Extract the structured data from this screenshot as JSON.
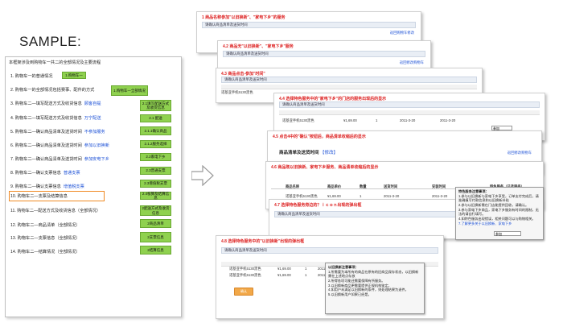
{
  "sample_label": "SAMPLE:",
  "left_panel": {
    "header": "本框架涉及到购物车一共二的全部情况及主要流程",
    "rows": [
      {
        "n": "1.",
        "text": "购物车一的普通情况",
        "link": ""
      },
      {
        "n": "2.",
        "text": "购物车一的全部情况包括赛事、配件的方式",
        "link": ""
      },
      {
        "n": "3.",
        "text": "购物车二—填写配送方式及收货信息",
        "link": "顾客自提"
      },
      {
        "n": "4.",
        "text": "购物车二—填写配送方式及收货信息",
        "link": "万宁配送"
      },
      {
        "n": "5.",
        "text": "购物车二—确认商品清单及送货时间",
        "link": "不参加服务"
      },
      {
        "n": "6.",
        "text": "购物车二—确认商品清单及送货时间",
        "link": "参加以旧换新"
      },
      {
        "n": "7.",
        "text": "购物车二—确认商品清单及送货时间",
        "link": "参加安电下乡"
      },
      {
        "n": "8.",
        "text": "购物车二—确认支票信息",
        "link": "普通支票"
      },
      {
        "n": "9.",
        "text": "购物车二—确认支票信息",
        "link": "增值税支票"
      },
      {
        "n": "10.",
        "text": "购物车二—支票及结算信息",
        "link": ""
      },
      {
        "n": "11.",
        "text": "购物车二—配送方式及收货信息（全部情况）",
        "link": ""
      },
      {
        "n": "12.",
        "text": "购物车二—商品清单（全部情况）",
        "link": ""
      },
      {
        "n": "13.",
        "text": "购物车二—支票信息（全部情况）",
        "link": ""
      },
      {
        "n": "14.",
        "text": "购物车二—结算情况（全部情况）",
        "link": ""
      }
    ],
    "buttons": {
      "b1": "1.购物车一",
      "b2": "1.购物车一全部情况",
      "b3": "2.1填写配送方式及收货信息",
      "b4": "2.1 配送",
      "b5": "2.1.1确认商品",
      "b6": "2.1.2服务选择",
      "b7": "2.2家电下乡",
      "b8": "2.3普通支票",
      "b9": "2.3增值税支票",
      "b10": "2.4核算及结算信息",
      "b11": "2配送方式及收货信息",
      "b12": "2商品清单",
      "b13": "2支票信息",
      "b14": "2结算信息"
    }
  },
  "cards": {
    "c1": {
      "head": "1  商品名称参加\"以旧换新\"、\"家电下乡\"的服务",
      "bar": "请确认商品清单及送货时间",
      "right_link": "返回购物车修改"
    },
    "c2": {
      "head": "4.2  商品无\"以旧换新\"、\"家电下乡\"服务",
      "bar": "请确认商品清单及送货时间",
      "right_link": "返回修改购物车"
    },
    "c3": {
      "head": "4.3  商品点击-参加\"时间\"",
      "bar": "请确认商品清单及送货时间"
    },
    "c4": {
      "head": "4.4  选择特色服务中的\"家电下乡\"的门店的服务出现后的显示",
      "bar": "请确认商品清单及送货时间"
    },
    "c5": {
      "head": "4.5  点击4中的\"确认\"按钮后，商品清单收缩后的显示",
      "section": "商品清单及送货时间",
      "edit": "【修改】",
      "cols": [
        "商品名称",
        "商品单价",
        "数量",
        "送货时间",
        "安装时间",
        "特色服务（已选服务）"
      ],
      "right_link": "返回修改购物车"
    },
    "c6": {
      "head": "4.6  商品既以旧换新、家电下乡服务、商品清单收缩后的显示",
      "bar": "请确认商品清单及送货时间"
    },
    "c7": {
      "head": "4.7  选择特色服务旁边的？ｉｃｏｎ出现的弹出框",
      "bar": "请确认商品清单及送货时间"
    },
    "c8": {
      "head": "4.8  选择特色服务中的\"以旧换新\"出现的弹出框",
      "bar": "请确认商品清单及送货时间",
      "confirm": "确认"
    }
  },
  "row_values": {
    "product": "诺基亚手机5130黑色",
    "price": "¥1,69.00",
    "qty": "1",
    "ship_date": "2011-3-20",
    "install_date": "2011-3-20",
    "service": "以旧换新、家电下",
    "select_default": "参加"
  },
  "popup_service": {
    "title": "特色服务注意事项：",
    "lines": [
      "1.参与以旧换新与家电下乡享受，订单支付完成后，请准确填写付款信息和以旧换新补贴",
      "2.参与以旧换新需在门店能提供回收，请确认。",
      "3.参与家电下乡商品，家电下乡服务有时间的限制，无法的请自行填写。",
      "4.如特色服务出现错误，相关问题可以与购物相关。",
      "7.了解更多关于以旧换新、家电下乡"
    ]
  },
  "popup_trade": {
    "title": "以旧换新注意事项：",
    "lines": [
      "1.所需要为本所有的商品在原有的旧商品保存状态，以旧换新需在上述地点存放",
      "2.所得各项可能还需要保障有所服务。",
      "3.以旧换新商品更需要提供正规机构鉴定。",
      "4.如用户未满足以旧换新的条件，则处理结果为退件。",
      "5.以旧换新用户如果已经是。"
    ]
  },
  "colors": {
    "green_btn": "#8fd14f",
    "highlight": "#f08a24",
    "red_text": "#dd2222",
    "link": "#1a4fd6",
    "orange_btn": "#f2a848"
  }
}
